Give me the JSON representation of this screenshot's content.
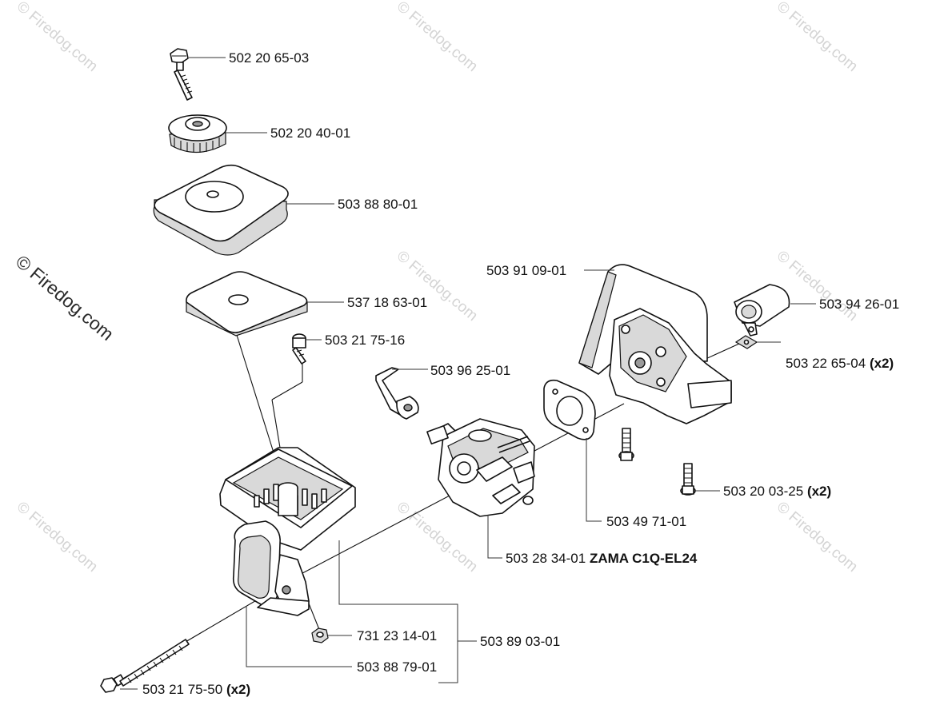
{
  "watermark": {
    "text": "© Firedog.com",
    "side_text": "© Firedog.com"
  },
  "parts": {
    "screw_top": {
      "number": "502 20 65-03",
      "qty": ""
    },
    "knob": {
      "number": "502 20 40-01",
      "qty": ""
    },
    "filter_cover": {
      "number": "503 88 80-01",
      "qty": ""
    },
    "filter": {
      "number": "537 18 63-01",
      "qty": ""
    },
    "small_screw": {
      "number": "503 21 75-16",
      "qty": ""
    },
    "choke_lever": {
      "number": "503 96 25-01",
      "qty": ""
    },
    "intake_bracket": {
      "number": "503 91 09-01",
      "qty": ""
    },
    "sleeve": {
      "number": "503 94 26-01",
      "qty": ""
    },
    "nut_square": {
      "number": "503 22 65-04",
      "qty": "(x2)"
    },
    "bolt_right": {
      "number": "503 20 03-25",
      "qty": "(x2)"
    },
    "gasket": {
      "number": "503 49 71-01",
      "qty": ""
    },
    "carburetor": {
      "number": "503 28 34-01",
      "model": "ZAMA C1Q-EL24"
    },
    "nut": {
      "number": "731 23 14-01",
      "qty": ""
    },
    "filter_housing_kit": {
      "number": "503 89 03-01",
      "qty": ""
    },
    "filter_housing": {
      "number": "503 88 79-01",
      "qty": ""
    },
    "long_bolt": {
      "number": "503 21 75-50",
      "qty": "(x2)"
    }
  }
}
